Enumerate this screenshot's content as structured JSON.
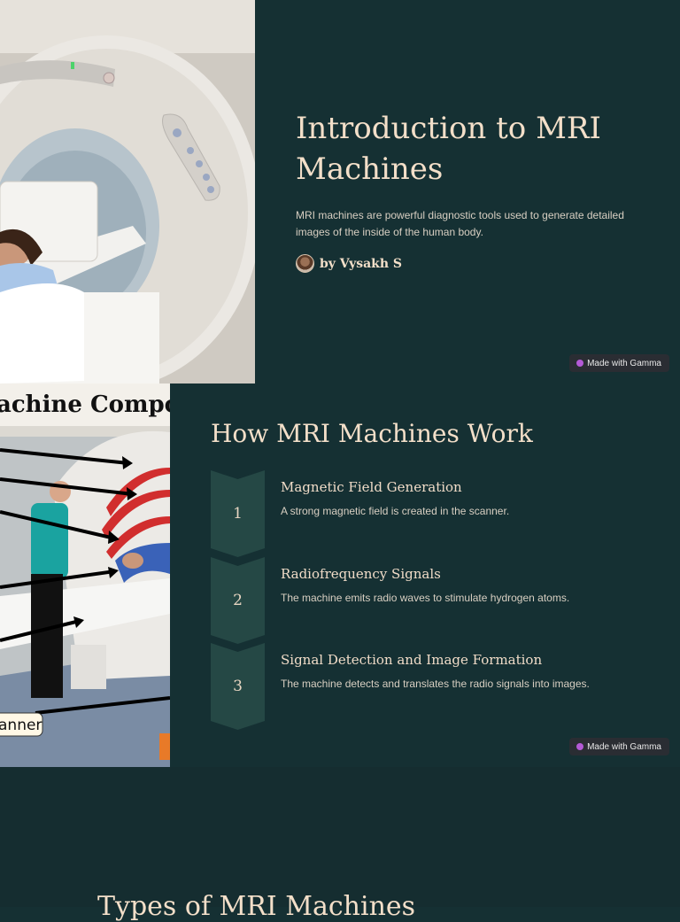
{
  "slide1": {
    "title": "Introduction to MRI Machines",
    "description": "MRI machines are powerful diagnostic tools used to generate detailed images of the inside of the human body.",
    "author": "by Vysakh S",
    "badge": "Made with Gamma"
  },
  "slide2": {
    "image_heading": "achine Compo",
    "image_caption": "anner",
    "title": "How MRI Machines Work",
    "steps": [
      {
        "number": "1",
        "title": "Magnetic Field Generation",
        "description": "A strong magnetic field is created in the scanner."
      },
      {
        "number": "2",
        "title": "Radiofrequency Signals",
        "description": "The machine emits radio waves to stimulate hydrogen atoms."
      },
      {
        "number": "3",
        "title": "Signal Detection and Image Formation",
        "description": "The machine detects and translates the radio signals into images."
      }
    ],
    "badge": "Made with Gamma"
  },
  "slide3": {
    "title": "Types of MRI Machines"
  },
  "colors": {
    "background": "#153033",
    "heading": "#f3dfc9",
    "chevron": "#254845",
    "badge": "#2a2d33"
  }
}
